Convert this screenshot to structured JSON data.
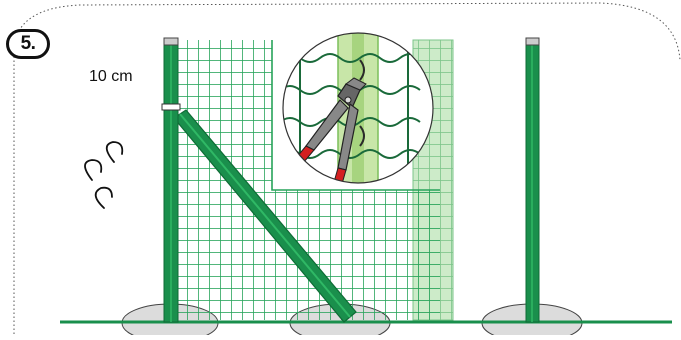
{
  "step": {
    "number": "5."
  },
  "labels": {
    "clip_spacing": "10 cm"
  },
  "colors": {
    "post": "#1a8f4c",
    "post_dark": "#0f6b36",
    "mesh": "#27a35a",
    "mesh_overlap": "#9bd49f",
    "ground": "#1a8f4c",
    "footing": "#d9d9d9",
    "plier_handle": "#d42020",
    "plier_head": "#555555",
    "cap": "#cccccc"
  },
  "icons": [
    "step-badge",
    "post-cap-icon",
    "fence-clip-icon",
    "pliers-icon",
    "magnifier-inset"
  ]
}
